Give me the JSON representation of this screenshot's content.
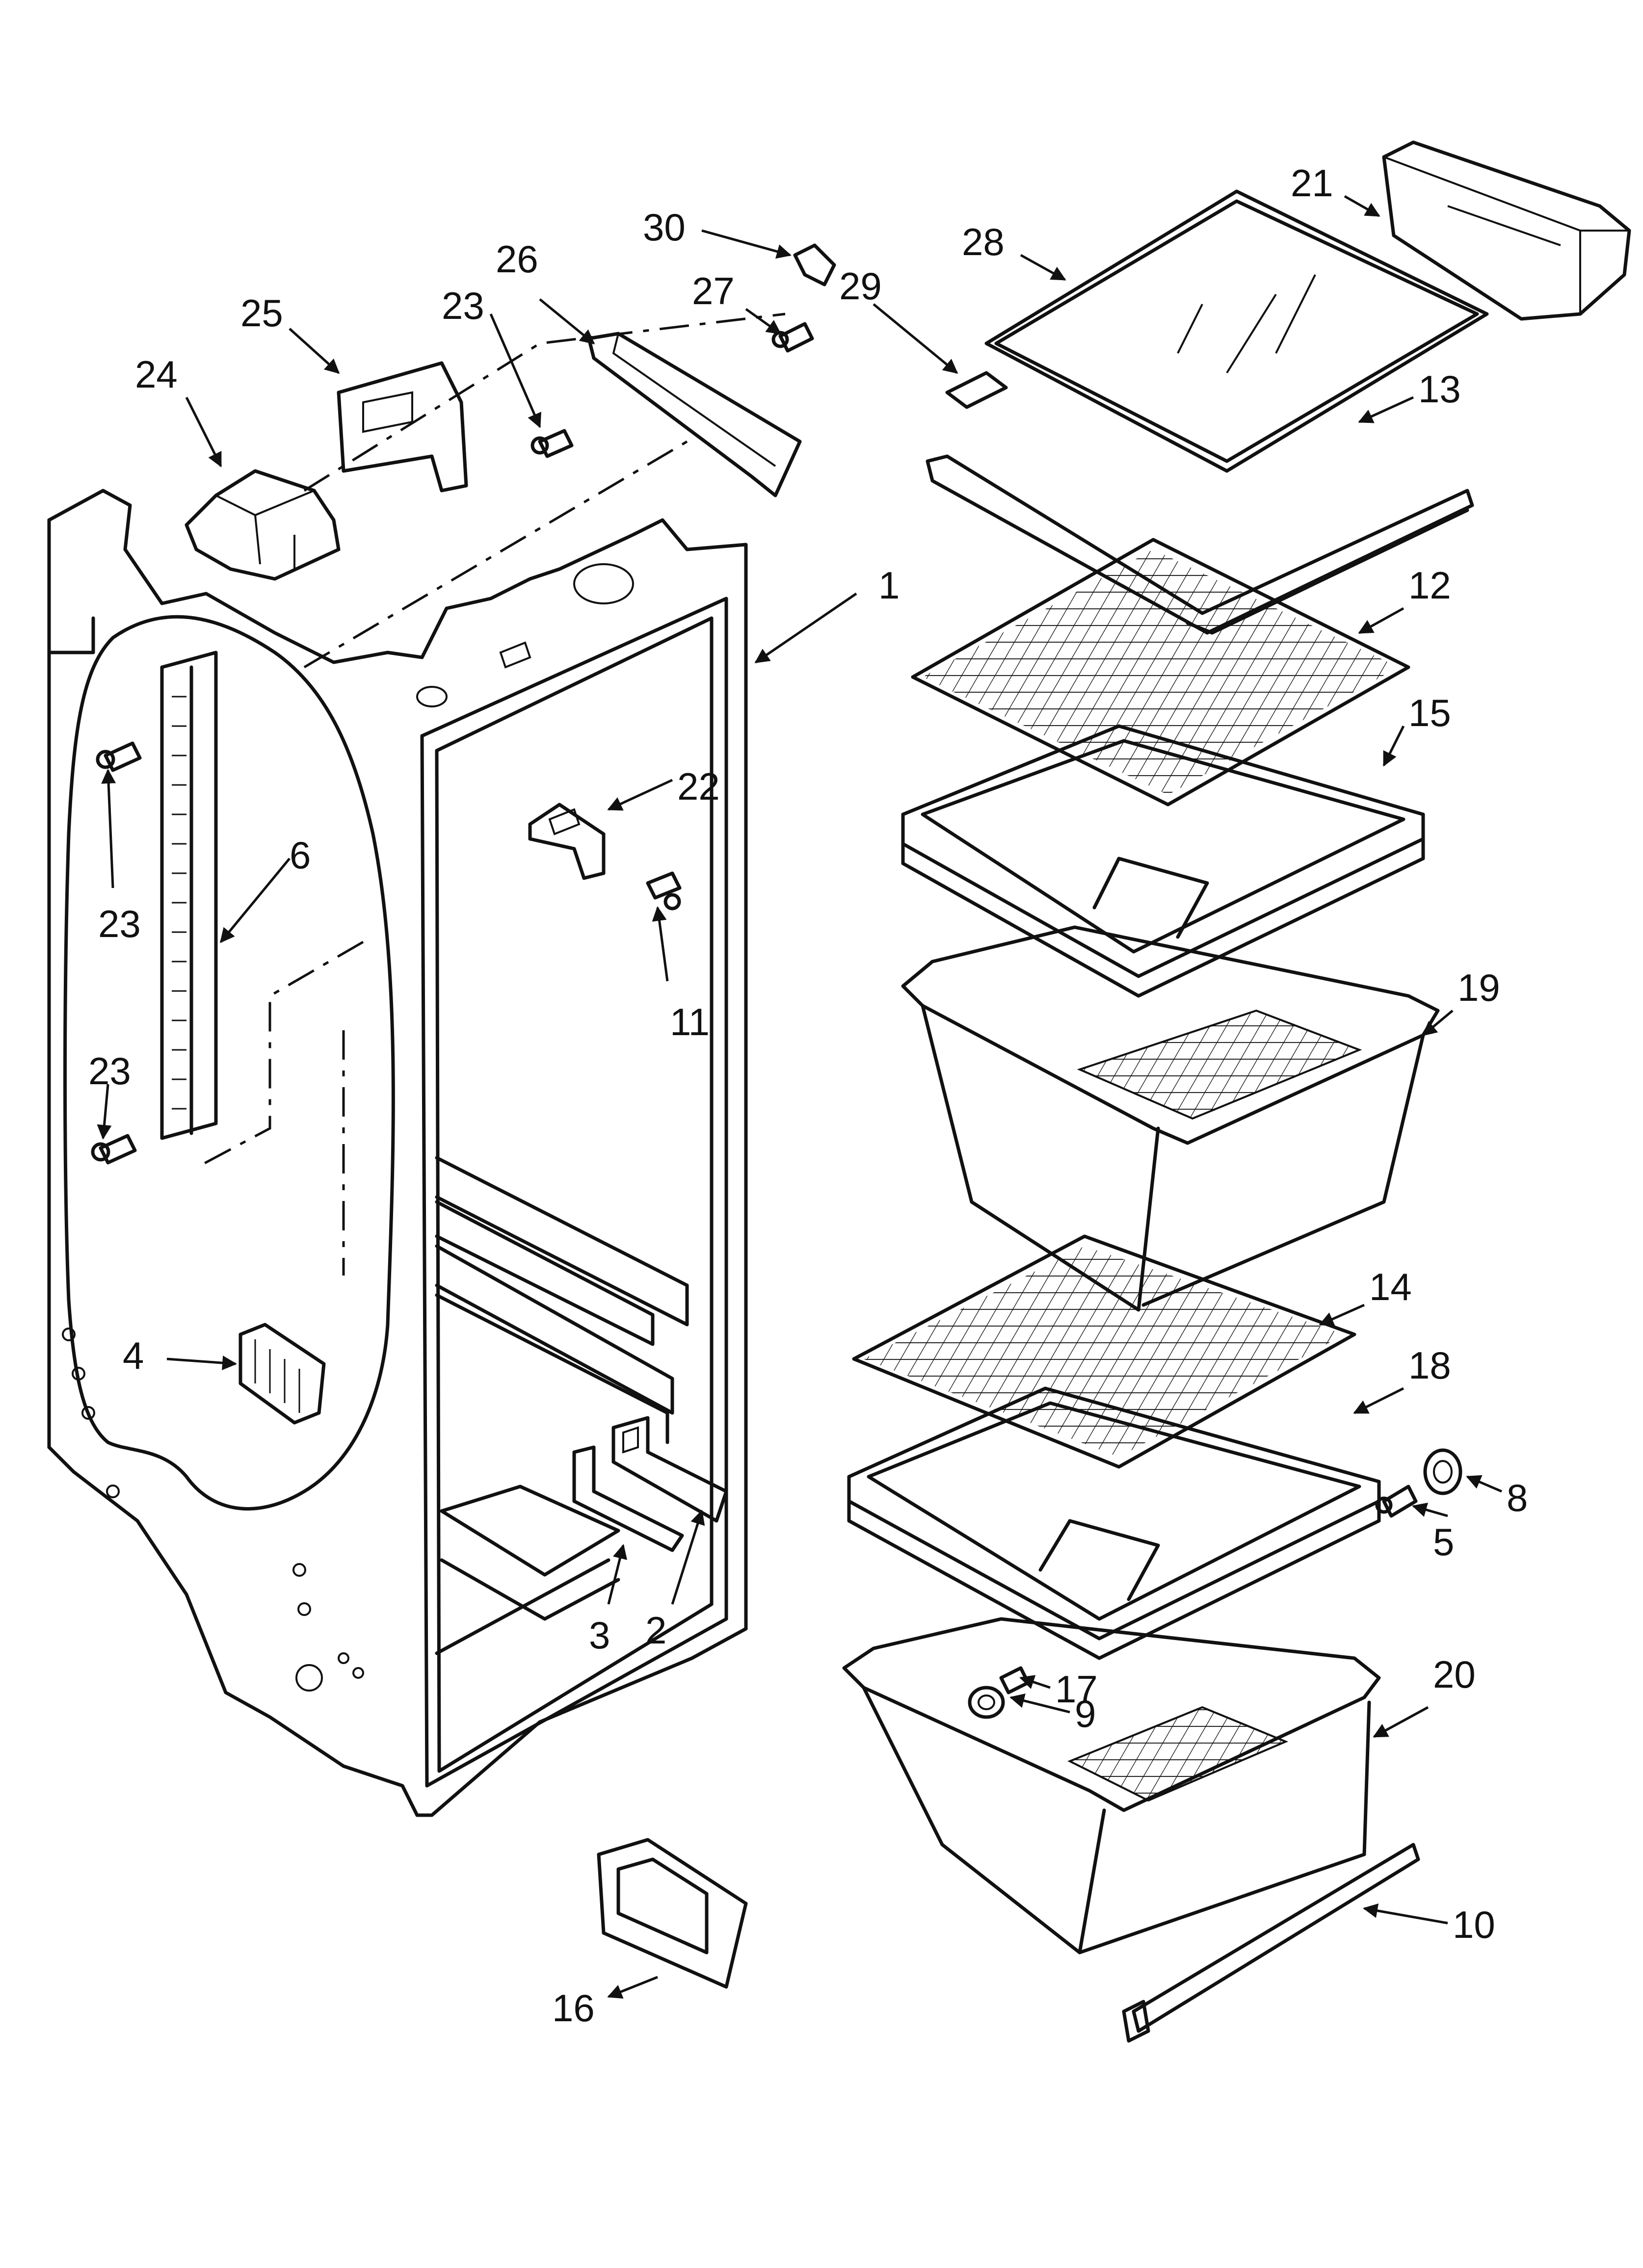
{
  "callouts": {
    "c1": "1",
    "c2": "2",
    "c3": "3",
    "c4": "4",
    "c5": "5",
    "c6": "6",
    "c8": "8",
    "c9": "9",
    "c10": "10",
    "c11": "11",
    "c12": "12",
    "c13": "13",
    "c14": "14",
    "c15": "15",
    "c16": "16",
    "c17": "17",
    "c18": "18",
    "c19": "19",
    "c20": "20",
    "c21": "21",
    "c22": "22",
    "c23a": "23",
    "c23b": "23",
    "c23c": "23",
    "c24": "24",
    "c25": "25",
    "c26": "26",
    "c27": "27",
    "c28": "28",
    "c29": "29",
    "c30": "30"
  }
}
